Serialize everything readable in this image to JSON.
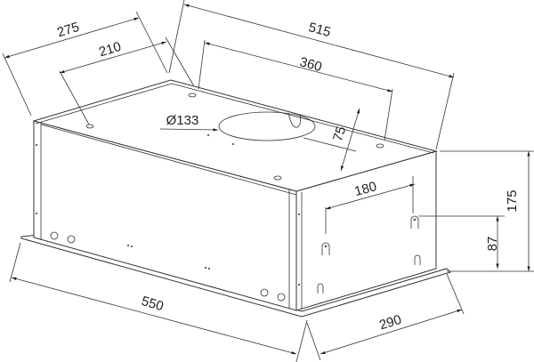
{
  "title": "Built-in cooker hood dimension drawing",
  "units": "mm",
  "dimensions": {
    "depth_top": "275",
    "mount_depth": "210",
    "length_top": "515",
    "mount_length": "360",
    "duct_diameter": "Ø133",
    "duct_offset": "75",
    "side_mount_spacing": "180",
    "height": "175",
    "side_mount_height": "87",
    "length_bottom": "550",
    "depth_bottom": "290"
  },
  "colors": {
    "line": "#333333",
    "background": "#ffffff"
  }
}
